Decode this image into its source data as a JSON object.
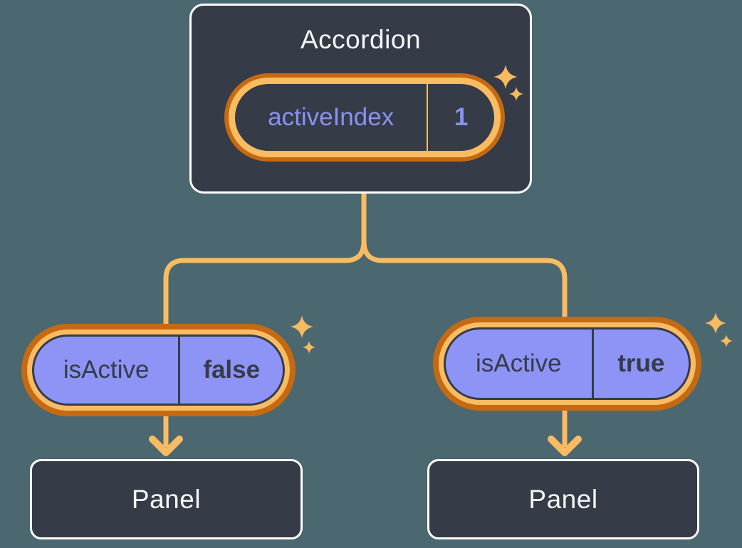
{
  "colors": {
    "bg": "#4B6770",
    "card-bg": "#353B47",
    "card-border": "#FFFFFF",
    "text-light": "#F6F7F9",
    "text-dark": "#363B4A",
    "purple": "#8D94F6",
    "purple-text": "#8A92F0",
    "orange-light": "#F9BC63",
    "orange-dark": "#C56A12"
  },
  "root": {
    "title": "Accordion",
    "state": {
      "label": "activeIndex",
      "value": "1"
    }
  },
  "children": [
    {
      "prop_label": "isActive",
      "prop_value": "false",
      "panel_label": "Panel"
    },
    {
      "prop_label": "isActive",
      "prop_value": "true",
      "panel_label": "Panel"
    }
  ],
  "decorations": {
    "sparkle_icon": "four-point-star",
    "arrow_icon": "down-arrow"
  }
}
